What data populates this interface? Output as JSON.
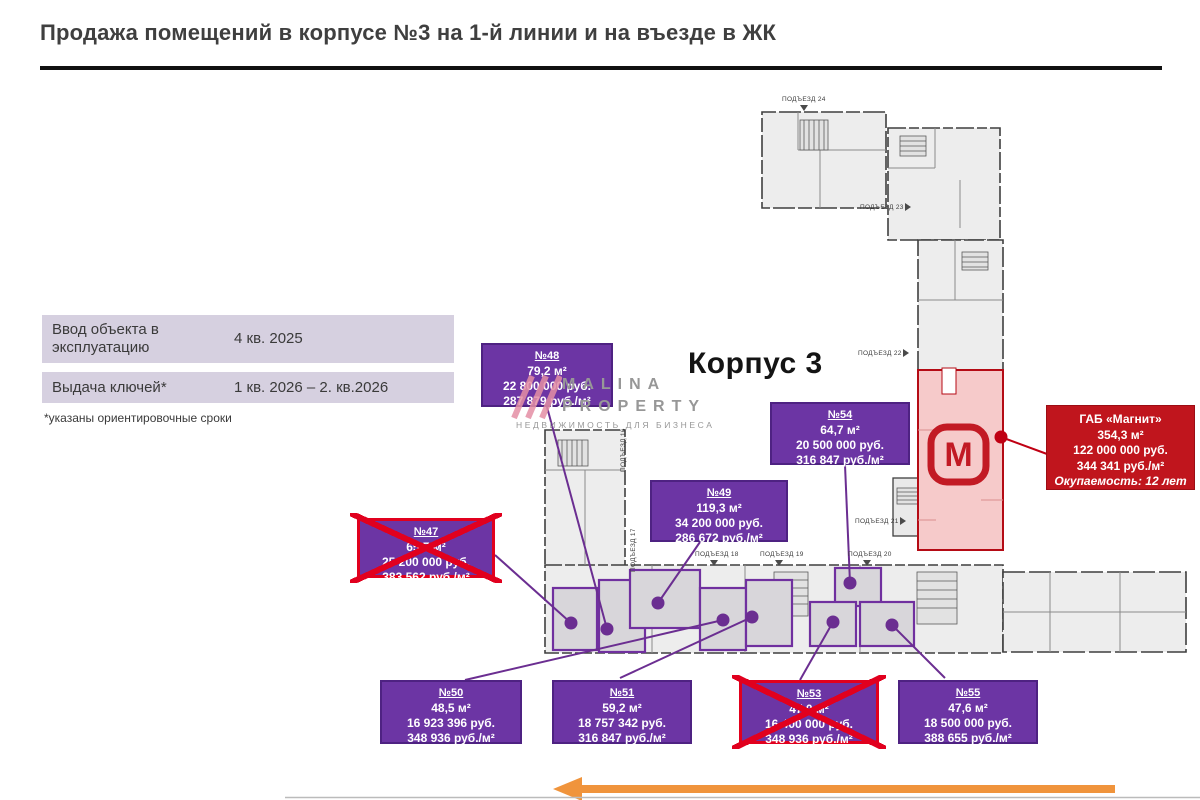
{
  "slide": {
    "title": "Продажа помещений в корпусе №3 на 1-й линии и на въезде в ЖК",
    "building_label": "Корпус 3"
  },
  "info_table": {
    "rows": [
      {
        "label": "Ввод объекта в эксплуатацию",
        "value": "4 кв. 2025"
      },
      {
        "label": "Выдача ключей*",
        "value": "1 кв. 2026 – 2. кв.2026"
      }
    ],
    "footnote": "*указаны ориентировочные сроки"
  },
  "watermark": {
    "brand_line1": "MALINA",
    "brand_line2": "PROPERTY",
    "tagline": "НЕДВИЖИМОСТЬ ДЛЯ БИЗНЕСА"
  },
  "units": [
    {
      "number": "№47",
      "area": "65,7 м²",
      "price": "25 200 000 руб.",
      "price_per_m2": "383 562 руб./м²",
      "crossed_out": true
    },
    {
      "number": "№48",
      "area": "79,2 м²",
      "price": "22 800 000 руб.",
      "price_per_m2": "287 879 руб./м²",
      "crossed_out": false
    },
    {
      "number": "№49",
      "area": "119,3 м²",
      "price": "34 200 000 руб.",
      "price_per_m2": "286 672 руб./м²",
      "crossed_out": false
    },
    {
      "number": "№50",
      "area": "48,5 м²",
      "price": "16 923 396 руб.",
      "price_per_m2": "348 936 руб./м²",
      "crossed_out": false
    },
    {
      "number": "№51",
      "area": "59,2 м²",
      "price": "18 757 342 руб.",
      "price_per_m2": "316 847 руб./м²",
      "crossed_out": false
    },
    {
      "number": "№53",
      "area": "47,0 м²",
      "price": "16 400 000 руб.",
      "price_per_m2": "348 936 руб./м²",
      "crossed_out": true
    },
    {
      "number": "№54",
      "area": "64,7 м²",
      "price": "20 500 000 руб.",
      "price_per_m2": "316 847 руб./м²",
      "crossed_out": false
    },
    {
      "number": "№55",
      "area": "47,6 м²",
      "price": "18 500 000 руб.",
      "price_per_m2": "388 655 руб./м²",
      "crossed_out": false
    }
  ],
  "magnit": {
    "name": "ГАБ «Магнит»",
    "area": "354,3 м²",
    "price": "122 000 000 руб.",
    "price_per_m2": "344 341 руб./м²",
    "payback": "Окупаемость: 12 лет",
    "logo_letter": "М"
  },
  "plan": {
    "p16": "ПОДЪЕЗД 16",
    "p17": "ПОДЪЕЗД 17",
    "p18": "ПОДЪЕЗД 18",
    "p19": "ПОДЪЕЗД 19",
    "p20": "ПОДЪЕЗД 20",
    "p21": "ПОДЪЕЗД 21",
    "p22": "ПОДЪЕЗД 22",
    "p23": "ПОДЪЕЗД 23",
    "p24": "ПОДЪЕЗД 24"
  },
  "colors": {
    "accent_purple": "#6c35a4",
    "sold_red": "#e1001e",
    "magnit_red": "#c0151d",
    "magnit_zone_pink": "#f6caca",
    "arrow_orange": "#f0943c",
    "table_lavender": "#d6d0e0"
  }
}
